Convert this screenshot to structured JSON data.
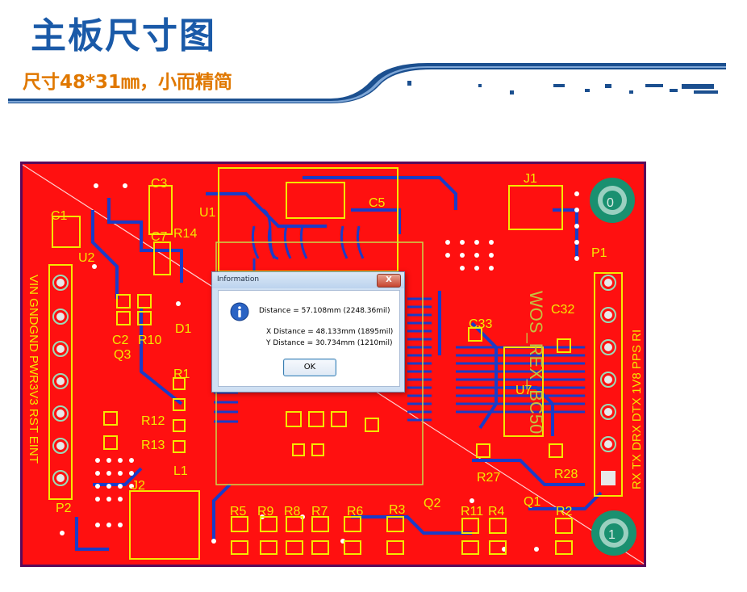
{
  "slide": {
    "title": "主板尺寸图",
    "subtitle": "尺寸48*31㎜，小而精简"
  },
  "board": {
    "labels": {
      "c1": "C1",
      "c3": "C3",
      "c7": "C7",
      "r14": "R14",
      "u1": "U1",
      "u2": "U2",
      "c5": "C5",
      "j1": "J1",
      "mount0": "0",
      "mount1": "1",
      "p1": "P1",
      "p2": "P2",
      "c2": "C2",
      "r10": "R10",
      "q3": "Q3",
      "d1": "D1",
      "r1": "R1",
      "r12": "R12",
      "r13": "R13",
      "l1": "L1",
      "j2": "J2",
      "r5": "R5",
      "r9": "R9",
      "r8": "R8",
      "r7": "R7",
      "r6": "R6",
      "r3": "R3",
      "q2": "Q2",
      "r11": "R11",
      "r4": "R4",
      "q1": "Q1",
      "r2": "R2",
      "c33": "C33",
      "c32": "C32",
      "u7": "U7",
      "r27": "R27",
      "r28": "R28",
      "silk_model": "WOS_REX_BC50"
    },
    "p2_pins": "VIN GNDGND PWR3V3 RST EINT",
    "p1_pins": "RX  TX  DRX DTX 1V8 PPS RI"
  },
  "dialog": {
    "title": "Information",
    "close_label": "X",
    "distance": "Distance = 57.108mm (2248.36mil)",
    "x_distance": "X Distance = 48.133mm (1895mil)",
    "y_distance": "Y Distance = 30.734mm (1210mil)",
    "ok_label": "OK"
  }
}
